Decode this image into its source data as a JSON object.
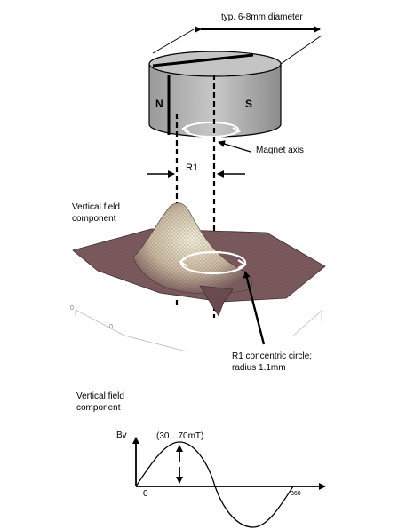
{
  "magnet": {
    "diameter_label": "typ. 6-8mm diameter",
    "north_label": "N",
    "south_label": "S",
    "axis_label": "Magnet axis",
    "offset_label": "R1"
  },
  "surface_plot": {
    "title_line1": "Vertical field",
    "title_line2": "component",
    "axis_tick_left": "0",
    "axis_tick_front": "0",
    "circle_label_line1": "R1 concentric circle;",
    "circle_label_line2": "radius 1.1mm"
  },
  "sine_plot": {
    "title_line1": "Vertical field",
    "title_line2": "component",
    "y_label": "Bv",
    "amplitude_label": "(30…70mT)",
    "x_start": "0",
    "x_end": "360"
  }
}
